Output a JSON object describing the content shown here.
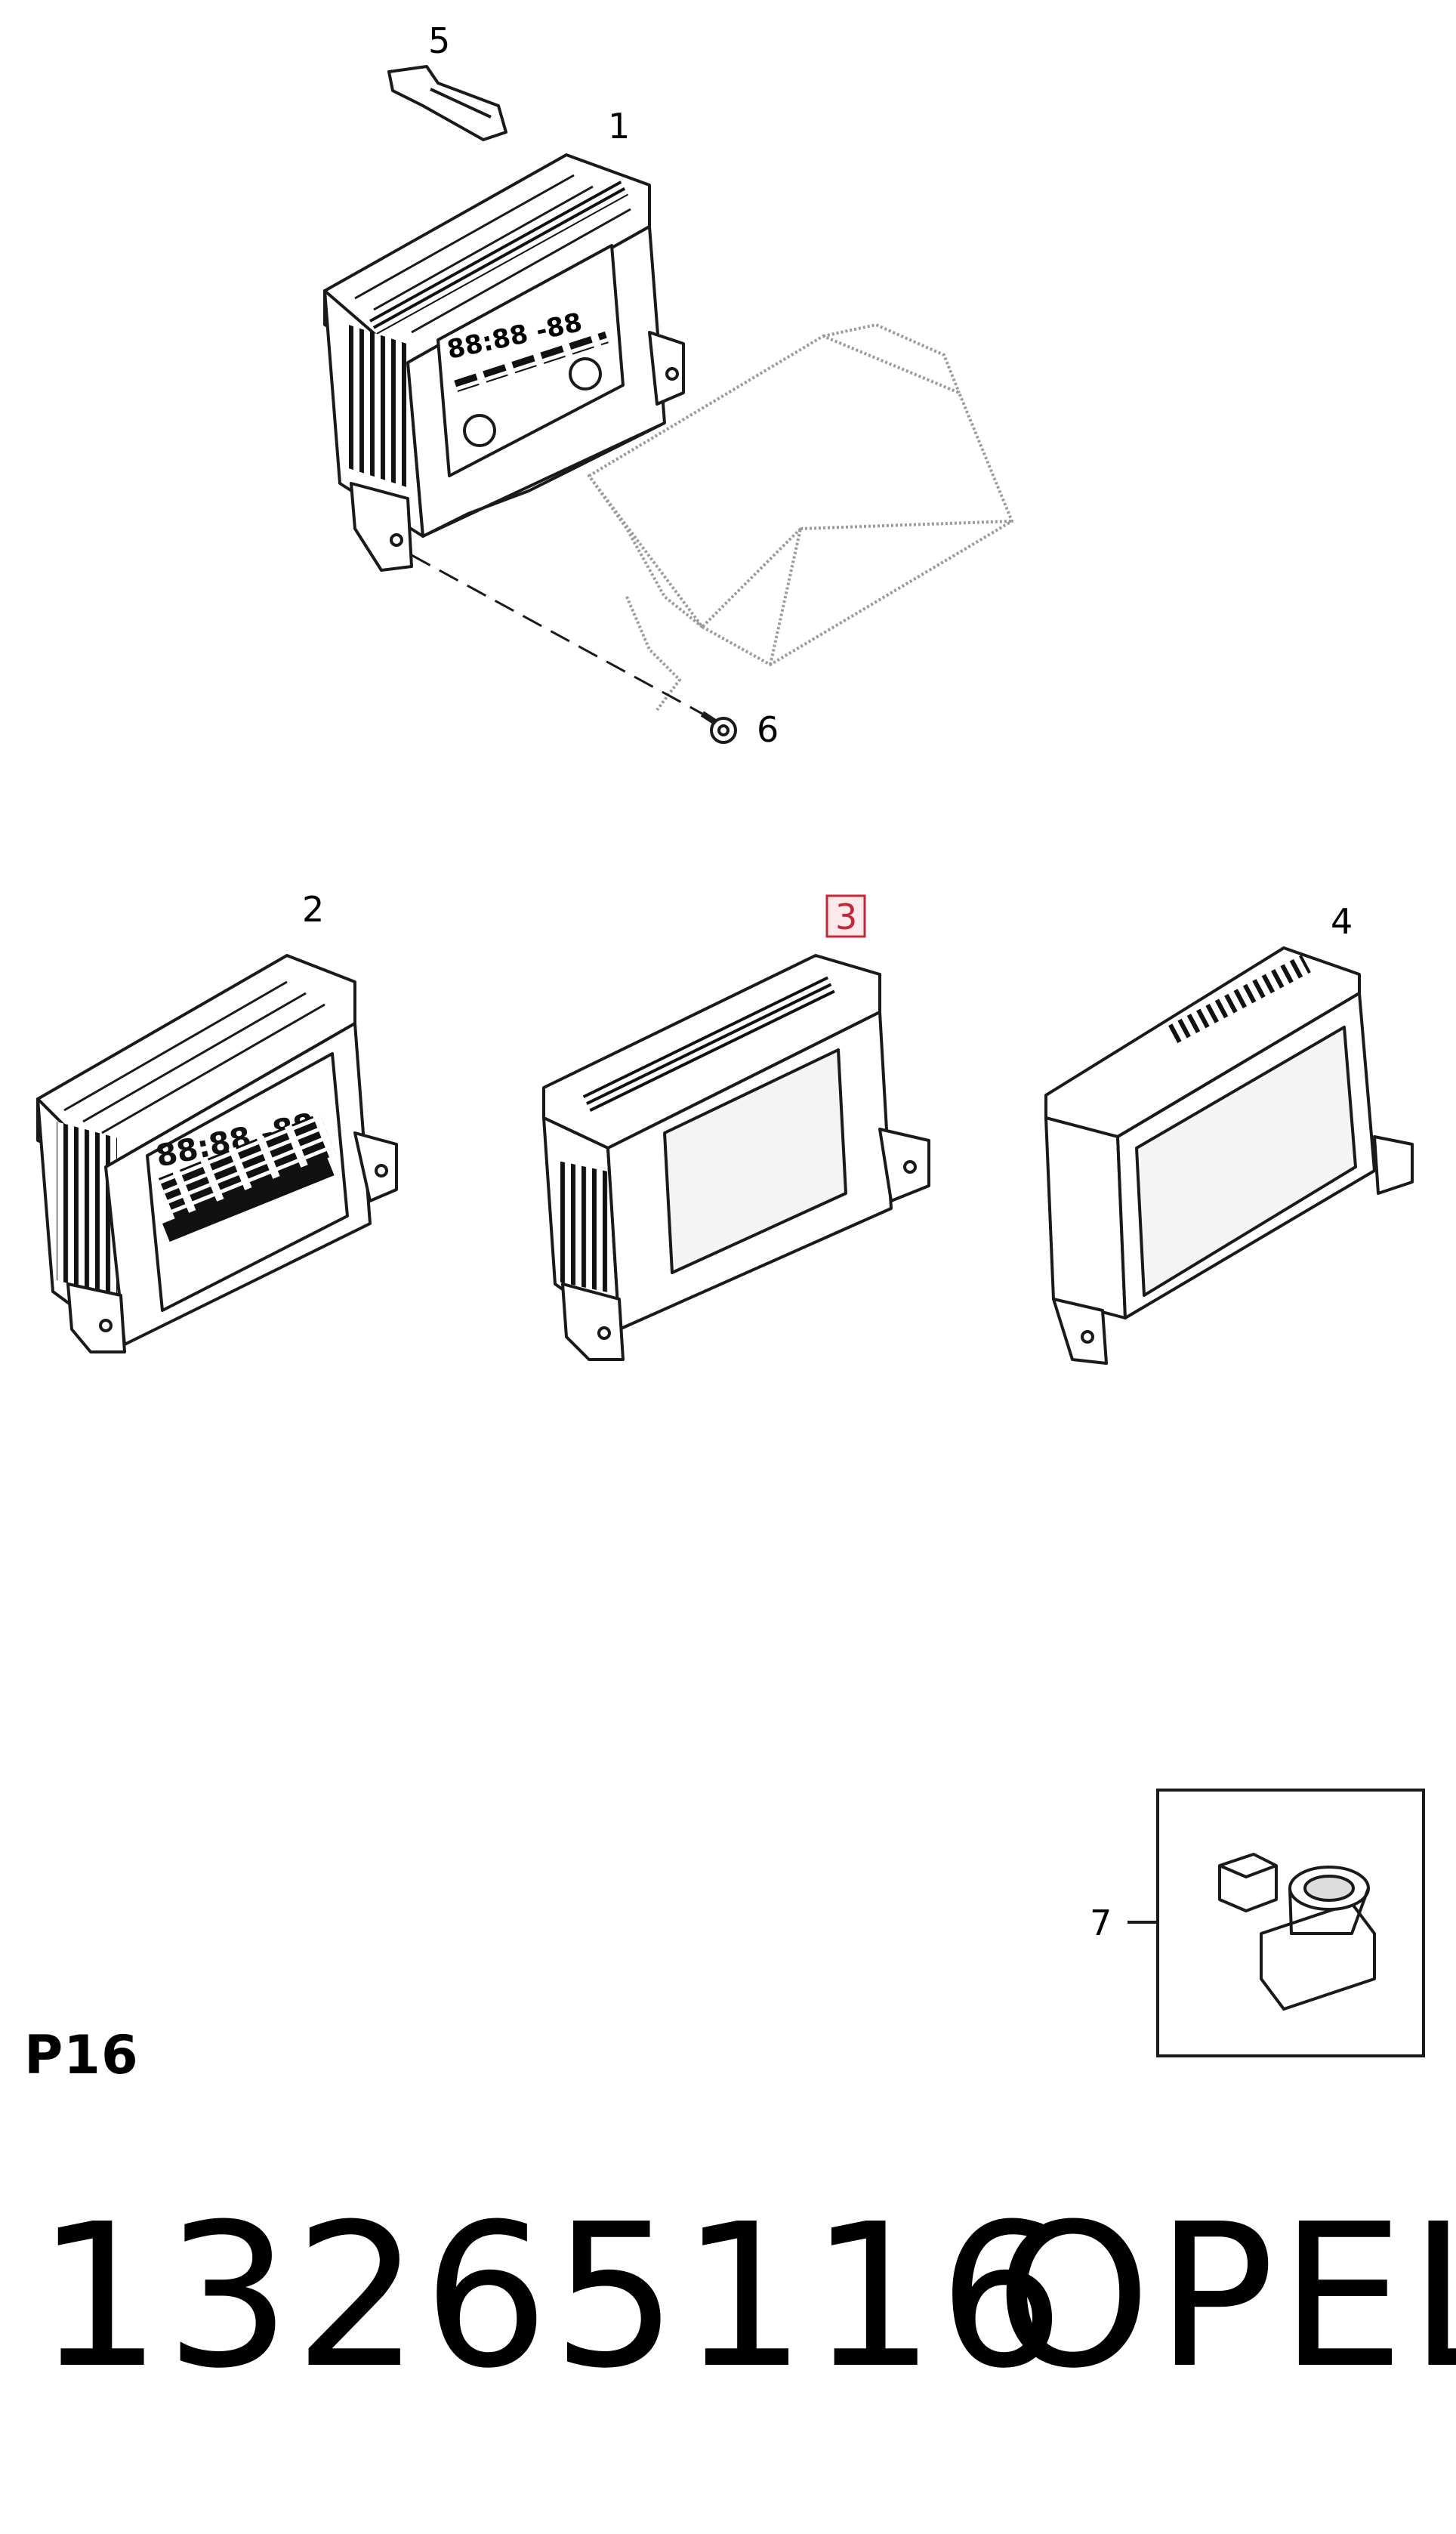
{
  "diagram": {
    "section_code": "P16",
    "part_number": "13265116",
    "brand": "OPEL",
    "callouts": {
      "c1": "1",
      "c2": "2",
      "c3": "3",
      "c4": "4",
      "c5": "5",
      "c6": "6",
      "c7": "7"
    },
    "highlighted_callout": "3",
    "colors": {
      "line": "#1a1a1a",
      "ghost": "#9a9a9a",
      "highlight": "#c0283a",
      "screen": "#f4f4f4"
    },
    "parts": [
      {
        "callout": "1",
        "name": "display-unit-segment-lcd"
      },
      {
        "callout": "2",
        "name": "display-unit-segment-lcd-alt"
      },
      {
        "callout": "3",
        "name": "display-unit-small-screen"
      },
      {
        "callout": "4",
        "name": "display-unit-large-screen"
      },
      {
        "callout": "5",
        "name": "clip"
      },
      {
        "callout": "6",
        "name": "screw"
      },
      {
        "callout": "7",
        "name": "connector"
      }
    ]
  }
}
